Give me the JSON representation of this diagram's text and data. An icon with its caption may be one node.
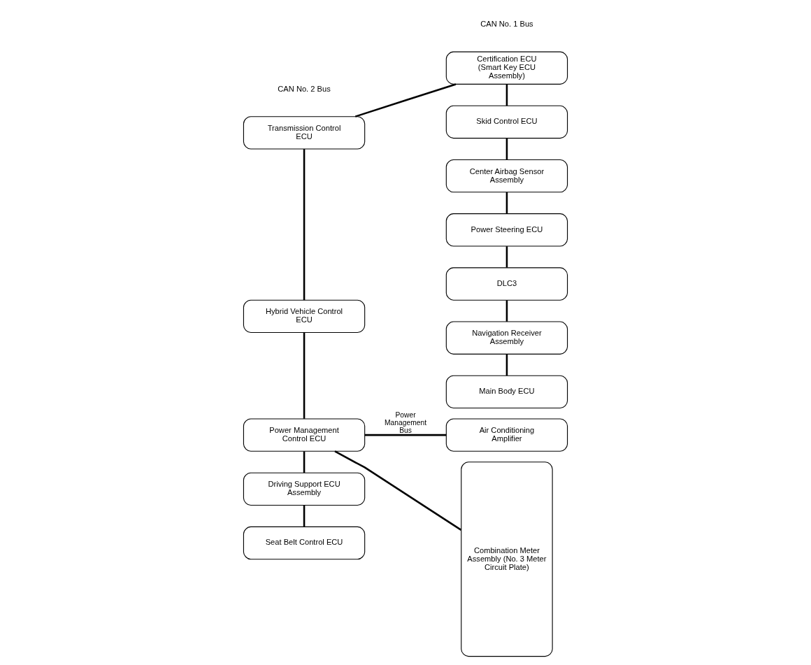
{
  "diagram": {
    "nodes": [
      {
        "text": [
          "Transmission Control ECU"
        ]
      },
      {
        "text": [
          "Hybrid Vehicle Control ECU"
        ]
      },
      {
        "text": [
          "Power Management Control ECU"
        ]
      },
      {
        "text": [
          "Air Conditioning Amplifier"
        ]
      },
      {
        "text": [
          "Driving Support ECU Assembly"
        ]
      },
      {
        "text": [
          "Seat Belt Control ECU"
        ]
      },
      {
        "text": [
          "Combination Meter Assembly (No. 3 Meter Circuit Plate)"
        ]
      },
      {
        "text": [
          "Certification ECU (Smart Key ECU Assembly)"
        ]
      },
      {
        "text": [
          "Skid Control ECU"
        ]
      },
      {
        "text": [
          "Center Airbag Sensor Assembly"
        ]
      },
      {
        "text": [
          "Power Steering ECU"
        ]
      },
      {
        "text": [
          "DLC3"
        ]
      },
      {
        "text": [
          "Navigation Receiver Assembly"
        ]
      },
      {
        "text": [
          "Main Body ECU"
        ]
      }
    ],
    "edges": [
      {
        "from": 0,
        "to": 1,
        "arrow": "none"
      },
      {
        "from": 1,
        "to": 2,
        "arrow": "none"
      },
      {
        "from": 2,
        "to": 6,
        "arrow": "none"
      },
      {
        "from": 0,
        "to": 7,
        "arrow": "none"
      },
      {
        "from": 7,
        "to": 8,
        "arrow": "none"
      },
      {
        "from": 8,
        "to": 9,
        "arrow": "none"
      },
      {
        "from": 9,
        "to": 10,
        "arrow": "none"
      },
      {
        "from": 10,
        "to": 11,
        "arrow": "none"
      },
      {
        "from": 11,
        "to": 12,
        "arrow": "none"
      },
      {
        "from": 12,
        "to": 13,
        "arrow": "none"
      },
      {
        "from": 2,
        "to": 3,
        "label": "Power Management Bus",
        "arrow": "none"
      },
      {
        "from": 2,
        "to": 4,
        "arrow": "none"
      },
      {
        "from": 4,
        "to": 5,
        "arrow": "none"
      }
    ],
    "labels": [
      "CAN No. 2 Bus",
      "CAN No. 1 Bus"
    ]
  }
}
